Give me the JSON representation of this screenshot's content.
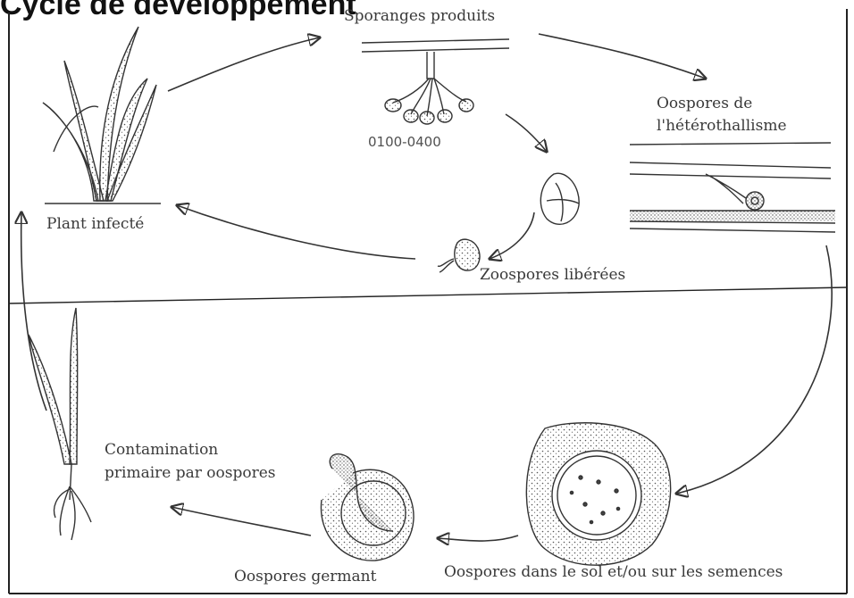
{
  "heading": "Cycle de développement",
  "labels": {
    "sporanges": "Sporanges produits",
    "time_range": "0100-0400",
    "oospores_hetero_line1": "Oospores de",
    "oospores_hetero_line2": "l'hétérothallisme",
    "plant_infected": "Plant infecté",
    "zoospores": "Zoospores libérées",
    "contamination_line1": "Contamination",
    "contamination_line2": "primaire par oospores",
    "oospores_germinating": "Oospores germant",
    "oospores_soil": "Oospores dans le sol et/ou sur les semences"
  },
  "colors": {
    "ink": "#3a3a3a",
    "stipple": "#555555",
    "frame": "#222222"
  }
}
